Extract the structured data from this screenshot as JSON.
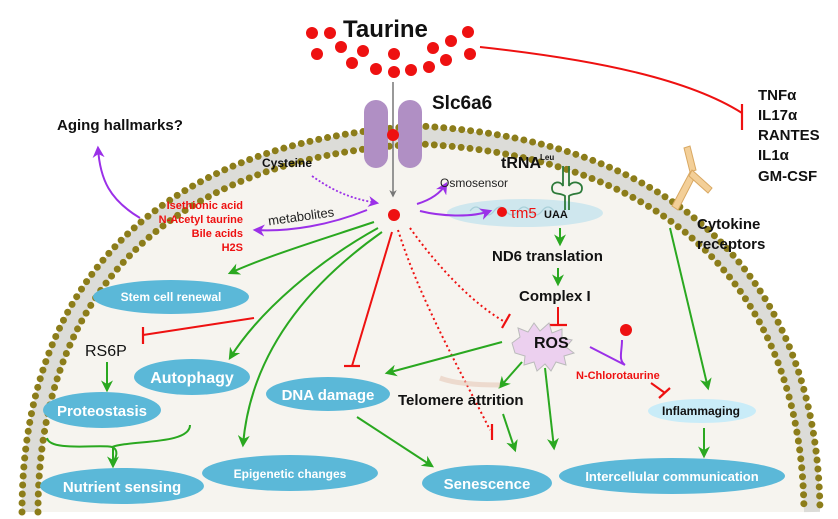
{
  "title": "Taurine",
  "transporter": "Slc6a6",
  "aging_label": "Aging hallmarks?",
  "cysteine": "Cysteine",
  "osmosensor": "Osmosensor",
  "metabolites": {
    "arrow_label": "metabolites",
    "items": [
      "Isethionic acid",
      "N-Acetyl taurine",
      "Bile acids",
      "H2S"
    ]
  },
  "trna": {
    "label": "tRNA",
    "superscript": "Leu",
    "modification": "τm5",
    "codon": "UAA"
  },
  "mito_chain": [
    "ND6 translation",
    "Complex I",
    "ROS"
  ],
  "n_chlorotaurine": "N-Chlorotaurine",
  "cytokines": [
    "TNFα",
    "IL17α",
    "RANTES",
    "IL1α",
    "GM-CSF"
  ],
  "cytokine_receptors": [
    "Cytokine",
    "receptors"
  ],
  "rs6p": "RS6P",
  "telomere": "Telomere attrition",
  "inflammaging": "Inflammaging",
  "hallmarks": {
    "stem_cell": "Stem cell renewal",
    "autophagy": "Autophagy",
    "proteostasis": "Proteostasis",
    "nutrient": "Nutrient sensing",
    "dna_damage": "DNA damage",
    "epigenetic": "Epigenetic changes",
    "senescence": "Senescence",
    "intercellular": "Intercellular communication"
  },
  "colors": {
    "taurine": "#ee1111",
    "activation": "#2aa820",
    "inhibition": "#ee1111",
    "metabolic": "#9b30e8",
    "hallmark_oval": "#5bb8d8",
    "membrane": "#8c7d1a",
    "cell_fill": "#f6f4ef"
  }
}
